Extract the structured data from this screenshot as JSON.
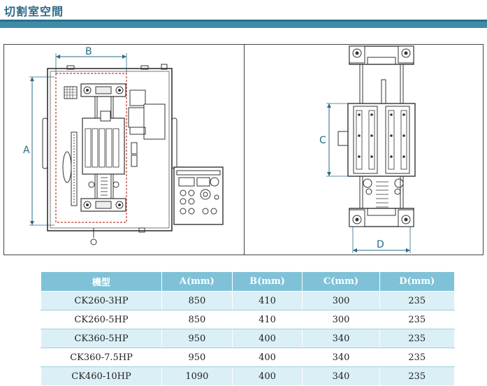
{
  "page": {
    "title": "切割室空間"
  },
  "diagram": {
    "left_labels": [
      "A",
      "B"
    ],
    "right_labels": [
      "C",
      "D"
    ]
  },
  "table": {
    "headers": [
      "機型",
      "A(mm)",
      "B(mm)",
      "C(mm)",
      "D(mm)"
    ],
    "rows": [
      [
        "CK260-3HP",
        "850",
        "410",
        "300",
        "235"
      ],
      [
        "CK260-5HP",
        "850",
        "410",
        "300",
        "235"
      ],
      [
        "CK360-5HP",
        "950",
        "400",
        "340",
        "235"
      ],
      [
        "CK360-7.5HP",
        "950",
        "400",
        "340",
        "235"
      ],
      [
        "CK460-10HP",
        "1090",
        "400",
        "340",
        "235"
      ]
    ]
  },
  "colors": {
    "accent": "#3e8ca8",
    "header_bg": "#7fc2d7",
    "row_alt": "#dbeff6",
    "dimension_red": "#c0392b"
  }
}
